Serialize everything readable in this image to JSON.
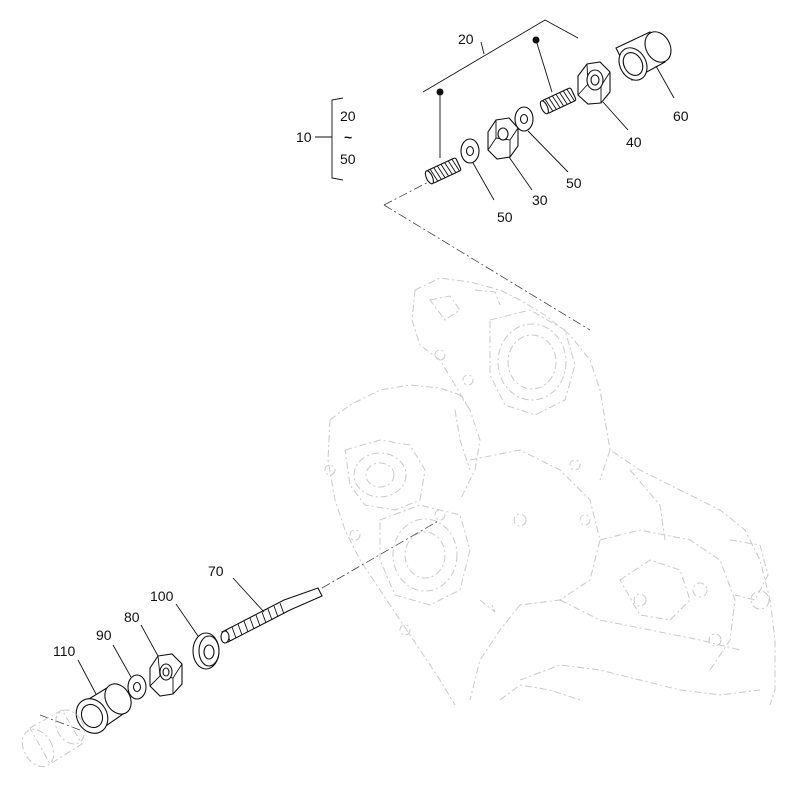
{
  "callouts": {
    "group": {
      "label": "10",
      "range_from": "20",
      "range_sep": "~",
      "range_to": "50"
    },
    "c20": "20",
    "c30": "30",
    "c40": "40",
    "c50a": "50",
    "c50b": "50",
    "c60": "60",
    "c70": "70",
    "c80": "80",
    "c90": "90",
    "c100": "100",
    "c110": "110"
  },
  "parts": [
    {
      "id": "20",
      "name": "stud",
      "count": 2
    },
    {
      "id": "30",
      "name": "hex-nut"
    },
    {
      "id": "40",
      "name": "cap-nut"
    },
    {
      "id": "50",
      "name": "washer",
      "count": 2
    },
    {
      "id": "60",
      "name": "sleeve"
    },
    {
      "id": "70",
      "name": "threaded-rod"
    },
    {
      "id": "80",
      "name": "hex-nut"
    },
    {
      "id": "90",
      "name": "washer"
    },
    {
      "id": "100",
      "name": "washer"
    },
    {
      "id": "110",
      "name": "cap-nut"
    }
  ],
  "colors": {
    "ink": "#111111",
    "ghost": "#c9c9c9"
  }
}
